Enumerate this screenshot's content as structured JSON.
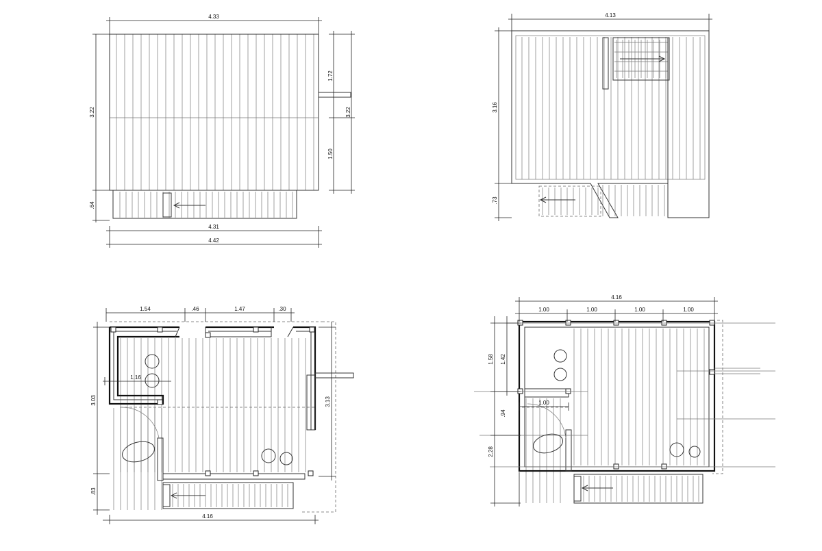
{
  "plans": {
    "roof_a": {
      "name": "roof-plan-a",
      "dims": [
        "4.33",
        "3.22",
        "1.72",
        "3.22",
        "1.50",
        ".64",
        "4.31",
        "4.42"
      ]
    },
    "roof_b": {
      "name": "roof-plan-b",
      "dims": [
        "4.13",
        "3.16",
        ".73"
      ]
    },
    "floor_a": {
      "name": "floor-plan-a",
      "dims": [
        "1.54",
        ".46",
        "1.47",
        ".30",
        "1.16",
        "3.03",
        "3.13",
        ".83",
        "4.16"
      ]
    },
    "floor_b": {
      "name": "floor-plan-b",
      "dims": [
        "4.16",
        "1.00",
        "1.00",
        "1.00",
        "1.00",
        "1.58",
        "1.42",
        ".94",
        "1.00",
        "2.28"
      ]
    }
  },
  "colors": {
    "line": "#333333",
    "wall": "#111111",
    "background": "#ffffff"
  }
}
